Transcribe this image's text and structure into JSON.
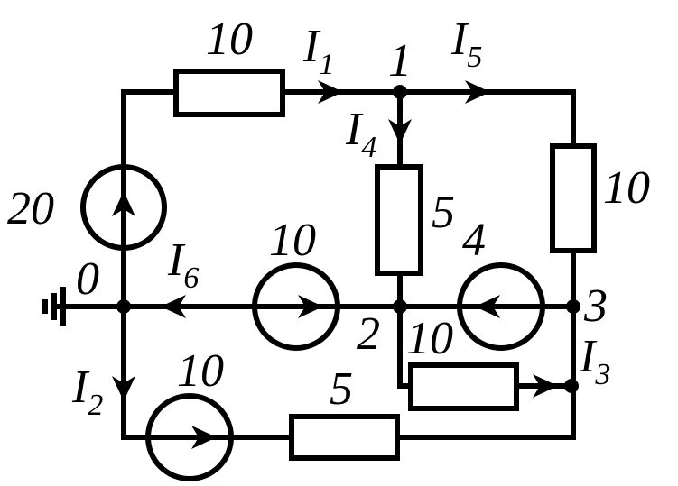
{
  "components": {
    "r_top": "10",
    "r_right": "10",
    "r_middle": "5",
    "r_branch23": "10",
    "r_bottom": "5",
    "e_left": "20",
    "e_middle": "10",
    "e_right": "4",
    "e_bottom": "10"
  },
  "nodes": {
    "n0": "0",
    "n1": "1",
    "n2": "2",
    "n3": "3"
  },
  "currents": {
    "I1": {
      "main": "I",
      "sub": "1"
    },
    "I2": {
      "main": "I",
      "sub": "2"
    },
    "I3": {
      "main": "I",
      "sub": "3"
    },
    "I4": {
      "main": "I",
      "sub": "4"
    },
    "I5": {
      "main": "I",
      "sub": "5"
    },
    "I6": {
      "main": "I",
      "sub": "6"
    }
  }
}
